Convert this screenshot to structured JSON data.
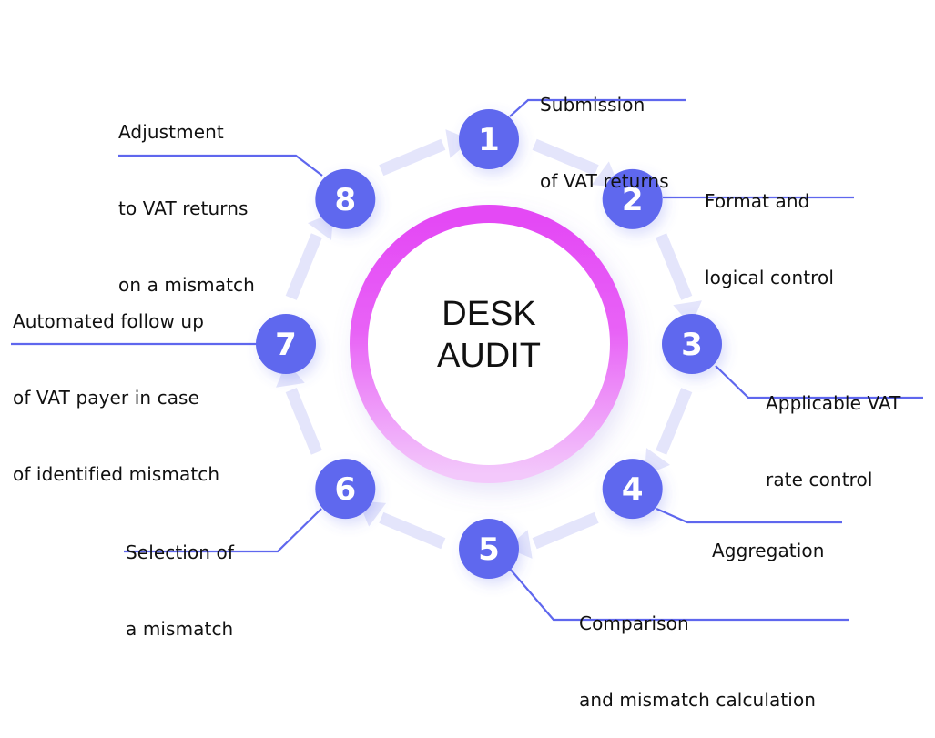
{
  "center": {
    "line1": "DESK",
    "line2": "AUDIT"
  },
  "colors": {
    "step_circle": "#5f67ee",
    "leader_line": "#5f67ee",
    "arrow": "#e4e5fb",
    "ring_top": "#e448f5",
    "ring_bottom": "#f3c4fa",
    "text": "#111111"
  },
  "steps": [
    {
      "number": "1",
      "lines": [
        "Submission",
        "of VAT returns"
      ]
    },
    {
      "number": "2",
      "lines": [
        "Format and",
        "logical control"
      ]
    },
    {
      "number": "3",
      "lines": [
        "Applicable VAT",
        "rate control"
      ]
    },
    {
      "number": "4",
      "lines": [
        "Aggregation"
      ]
    },
    {
      "number": "5",
      "lines": [
        "Comparison",
        "and mismatch calculation"
      ]
    },
    {
      "number": "6",
      "lines": [
        "Selection of",
        "a mismatch"
      ]
    },
    {
      "number": "7",
      "lines": [
        "Automated follow up",
        "of VAT payer in case",
        "of identified mismatch"
      ]
    },
    {
      "number": "8",
      "lines": [
        "Adjustment",
        "to VAT returns",
        "on a mismatch"
      ]
    }
  ]
}
